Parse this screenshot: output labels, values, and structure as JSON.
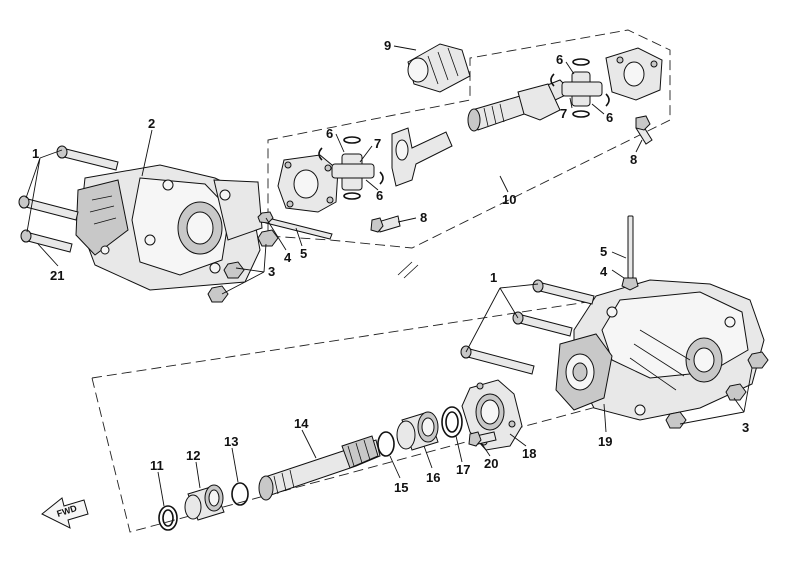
{
  "diagram": {
    "callouts": {
      "n1a": "1",
      "n2": "2",
      "n3a": "3",
      "n4a": "4",
      "n5a": "5",
      "n21": "21",
      "n9": "9",
      "n6a": "6",
      "n7a": "7",
      "n6b": "6",
      "n8a": "8",
      "n6c": "6",
      "n7b": "7",
      "n6d": "6",
      "n8b": "8",
      "n10": "10",
      "n5b": "5",
      "n4b": "4",
      "n1b": "1",
      "n3b": "3",
      "n19": "19",
      "n18": "18",
      "n20": "20",
      "n17": "17",
      "n16": "16",
      "n15": "15",
      "n14": "14",
      "n13": "13",
      "n12": "12",
      "n11": "11"
    },
    "direction_label": "FWD"
  }
}
